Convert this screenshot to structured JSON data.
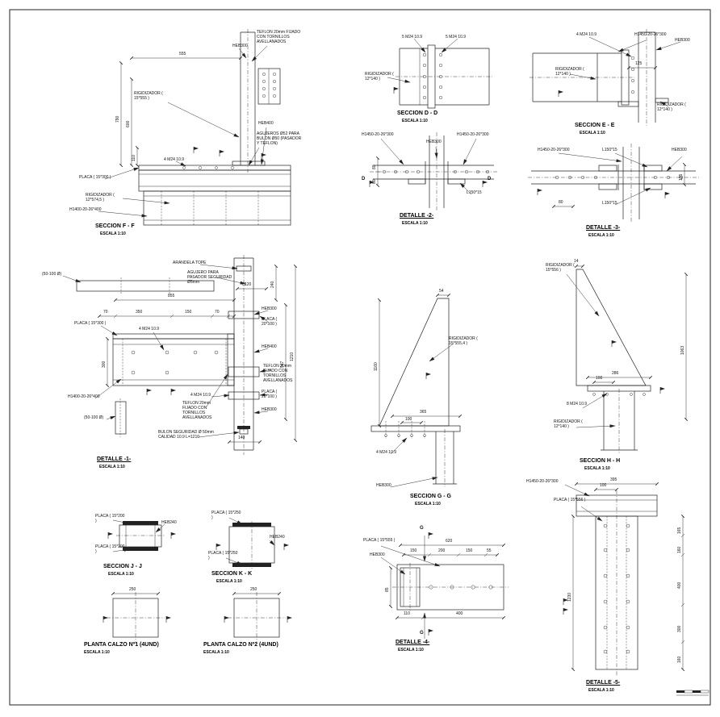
{
  "sheet": {
    "background": "#ffffff",
    "ink": "#1c1c1c"
  },
  "drawings": {
    "seccion_ff": {
      "title": "SECCION F - F",
      "scale": "ESCALA 1:10",
      "labels": {
        "teflon": "TEFLON 20mm FIJADO CON TORNILLOS AVELLANADOS",
        "heb300": "HEB300",
        "rigidizador": "RIGIDIZADOR ( 15*555 )",
        "heb400": "HEB400",
        "agujeros": "AGUJEROS Ø52 PARA BULON Ø50 (PASADOR Y TEFLON)",
        "pernos": "4 M24 10.9",
        "placa": "PLACA ( 15*300 )",
        "rigidizador2": "RIGIDIZADOR ( 12*574,5 )",
        "viga": "H1400-20-26*400"
      },
      "dims": {
        "d555": "555",
        "d790": "790",
        "d600": "600",
        "d110": "110"
      }
    },
    "seccion_dd": {
      "title": "SECCION D - D",
      "scale": "ESCALA 1:10",
      "labels": {
        "pernos_izq": "5 M24 10.9",
        "pernos_der": "5 M24 10.9",
        "rigidizador": "RIGIDIZADOR ( 12*140 )"
      }
    },
    "detalle_2": {
      "title": "DETALLE -2-",
      "scale": "ESCALA 1:10",
      "labels": {
        "viga_izq": "H1450-20-26*300",
        "viga_der": "H1450-20-26*300",
        "heb300": "HEB300",
        "angular": "L150*15",
        "marca_izq": "D",
        "marca_der": "D"
      },
      "dims": {
        "d80a": "80",
        "d80b": "80"
      }
    },
    "seccion_ee": {
      "title": "SECCION E - E",
      "scale": "ESCALA 1:10",
      "labels": {
        "pernos": "4 M24 10.9",
        "viga": "H1450-20-26*300",
        "heb300": "HEB300",
        "rigidizador_izq": "RIGIDIZADOR ( 12*140 )",
        "rigidizador_inf": "RIGIDIZADOR ( 12*140 )"
      },
      "dims": {
        "d125": "125"
      }
    },
    "detalle_3": {
      "title": "DETALLE -3-",
      "scale": "ESCALA 1:10",
      "labels": {
        "viga": "H1450-20-26*300",
        "angular_sup": "L150*15",
        "heb300": "HEB300",
        "angular_inf": "L150*15"
      },
      "dims": {
        "d125": "125",
        "d80": "80"
      }
    },
    "detalle_1": {
      "title": "DETALLE -1-",
      "scale": "ESCALA 1:10",
      "labels": {
        "arandela": "ARANDELA TOPE",
        "agujero": "AGUJERO PARA PASADOR SEGURIDAD Ø5mm",
        "ranura_sup": "(50-100 Ø)",
        "placa_sup": "PLACA ( 15*300 )",
        "pernos_sup": "4 M24 10.9",
        "heb300_sup": "HEB300",
        "placa_20100_sup": "PLACA ( 20*100 )",
        "heb400": "HEB400",
        "teflon_der": "TEFLON 20mm FIJADO CON TORNILLOS AVELLANADOS",
        "placa_20100_inf": "PLACA ( 20*100 )",
        "pernos_inf": "4 M24 10.9",
        "viga": "H1400-20-26*400",
        "teflon_inf": "TEFLON 20mm FIJADO CON TORNILLOS AVELLANADOS",
        "ranura_inf": "(50-100 Ø)",
        "heb300_inf": "HEB300",
        "bulon": "BULON SEGURIDAD Ø 50mm CALIDAD 10.9 L=1210"
      },
      "dims": {
        "d855": "855",
        "d350": "350",
        "d150": "150",
        "d70a": "70",
        "d70b": "70",
        "d120": "120",
        "d240": "240",
        "d947": "947",
        "d1210": "1210",
        "d300": "300",
        "d140": "140"
      }
    },
    "seccion_gg": {
      "title": "SECCION G - G",
      "scale": "ESCALA 1:10",
      "labels": {
        "rigidizador": "RIGIDIZADOR ( 15*555,4 )",
        "pernos": "4 M24 10.9",
        "heb300": "HEB300"
      },
      "dims": {
        "d54": "54",
        "d1160": "1160",
        "d365": "365",
        "d100": "100"
      }
    },
    "seccion_hh": {
      "title": "SECCION H - H",
      "scale": "ESCALA 1:10",
      "labels": {
        "rigidizador_sup": "RIGIDIZADOR ( 15*556 )",
        "pernos": "8 M24 10.9",
        "rigidizador_inf": "RIGIDIZADOR ( 12*140 )"
      },
      "dims": {
        "d14": "14",
        "d1063": "1063",
        "d286": "286",
        "d100": "100"
      }
    },
    "seccion_jj": {
      "title": "SECCION J - J",
      "scale": "ESCALA 1:10",
      "labels": {
        "placa_sup": "PLACA ( 15*200 )",
        "heb240": "HEB240",
        "placa_inf": "PLACA ( 15*200 )"
      }
    },
    "seccion_kk": {
      "title": "SECCION K - K",
      "scale": "ESCALA 1:10",
      "labels": {
        "placa_sup": "PLACA ( 15*250 )",
        "heb240": "HEB240",
        "placa_inf": "PLACA ( 15*250 )"
      }
    },
    "planta_calzo_1": {
      "title": "PLANTA CALZO Nº1 (4UND)",
      "scale": "ESCALA 1:10",
      "dims": {
        "d250": "250"
      }
    },
    "planta_calzo_2": {
      "title": "PLANTA CALZO Nº2 (4UND)",
      "scale": "ESCALA 1:10",
      "dims": {
        "d250": "250"
      }
    },
    "detalle_4": {
      "title": "DETALLE -4-",
      "scale": "ESCALA 1:10",
      "labels": {
        "marca_sup": "G",
        "marca_inf": "G",
        "placa": "PLACA ( 15*555 )",
        "heb300": "HEB300"
      },
      "dims": {
        "d620": "620",
        "d150a": "150",
        "d200": "200",
        "d150b": "150",
        "d55": "55",
        "d85": "85",
        "d110": "110",
        "d400": "400"
      }
    },
    "detalle_5": {
      "title": "DETALLE -5-",
      "scale": "ESCALA 1:10",
      "labels": {
        "viga": "H1450-20-26*300",
        "placa": "PLACA ( 15*556 )"
      },
      "dims": {
        "d395": "395",
        "d100": "100",
        "d1230": "1230",
        "d165": "165",
        "d160a": "160",
        "d400": "400",
        "d300": "300",
        "d160b": "160"
      }
    }
  }
}
